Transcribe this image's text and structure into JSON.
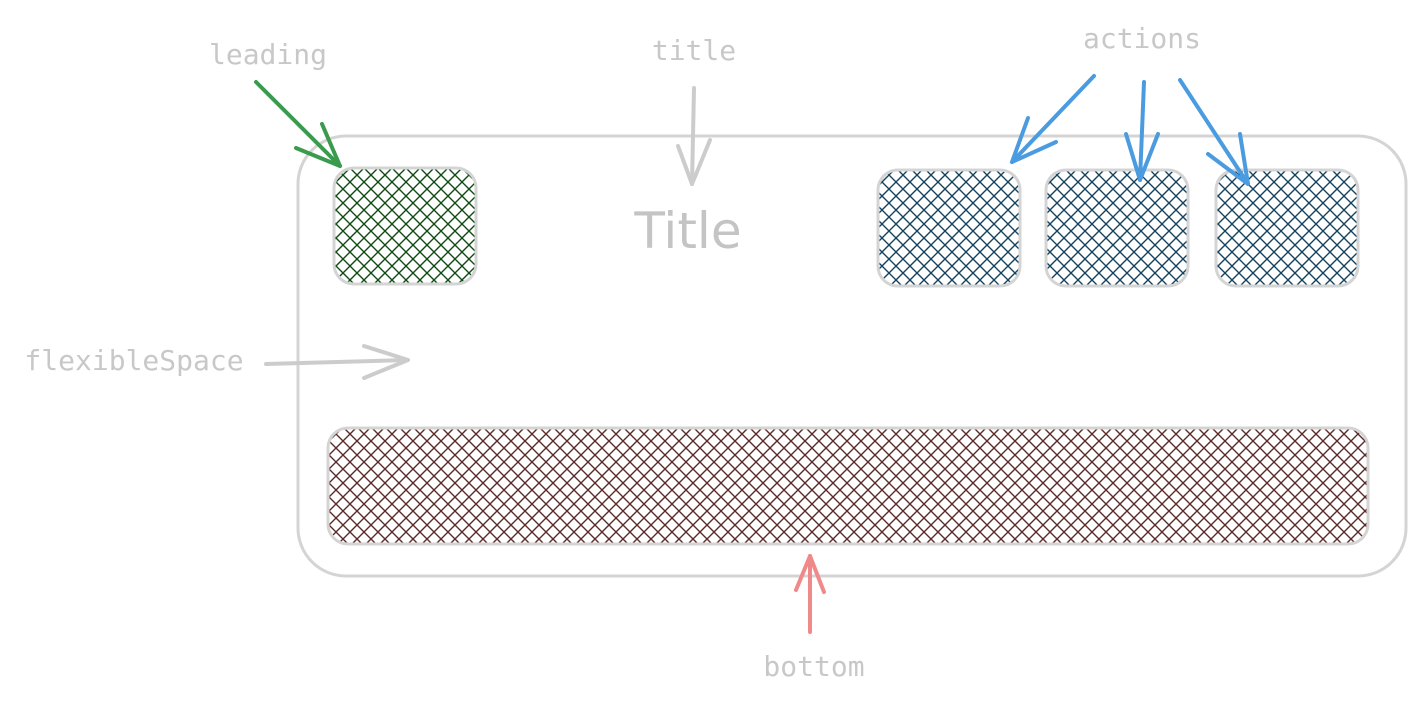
{
  "labels": {
    "leading": "leading",
    "title": "title",
    "actions": "actions",
    "flexible_space": "flexibleSpace",
    "bottom": "bottom"
  },
  "appbar": {
    "title_text": "Title"
  },
  "colors": {
    "outline": "#d4d4d4",
    "label_text": "#c8c8c8",
    "title_text": "#c4c4c4",
    "leading_arrow": "#3a9b4f",
    "leading_hatch": "#0f4a12",
    "actions_arrow": "#4a9be0",
    "actions_hatch": "#14425e",
    "bottom_arrow": "#f08a8a",
    "bottom_hatch": "#5a2a28",
    "neutral_arrow": "#cccccc"
  }
}
